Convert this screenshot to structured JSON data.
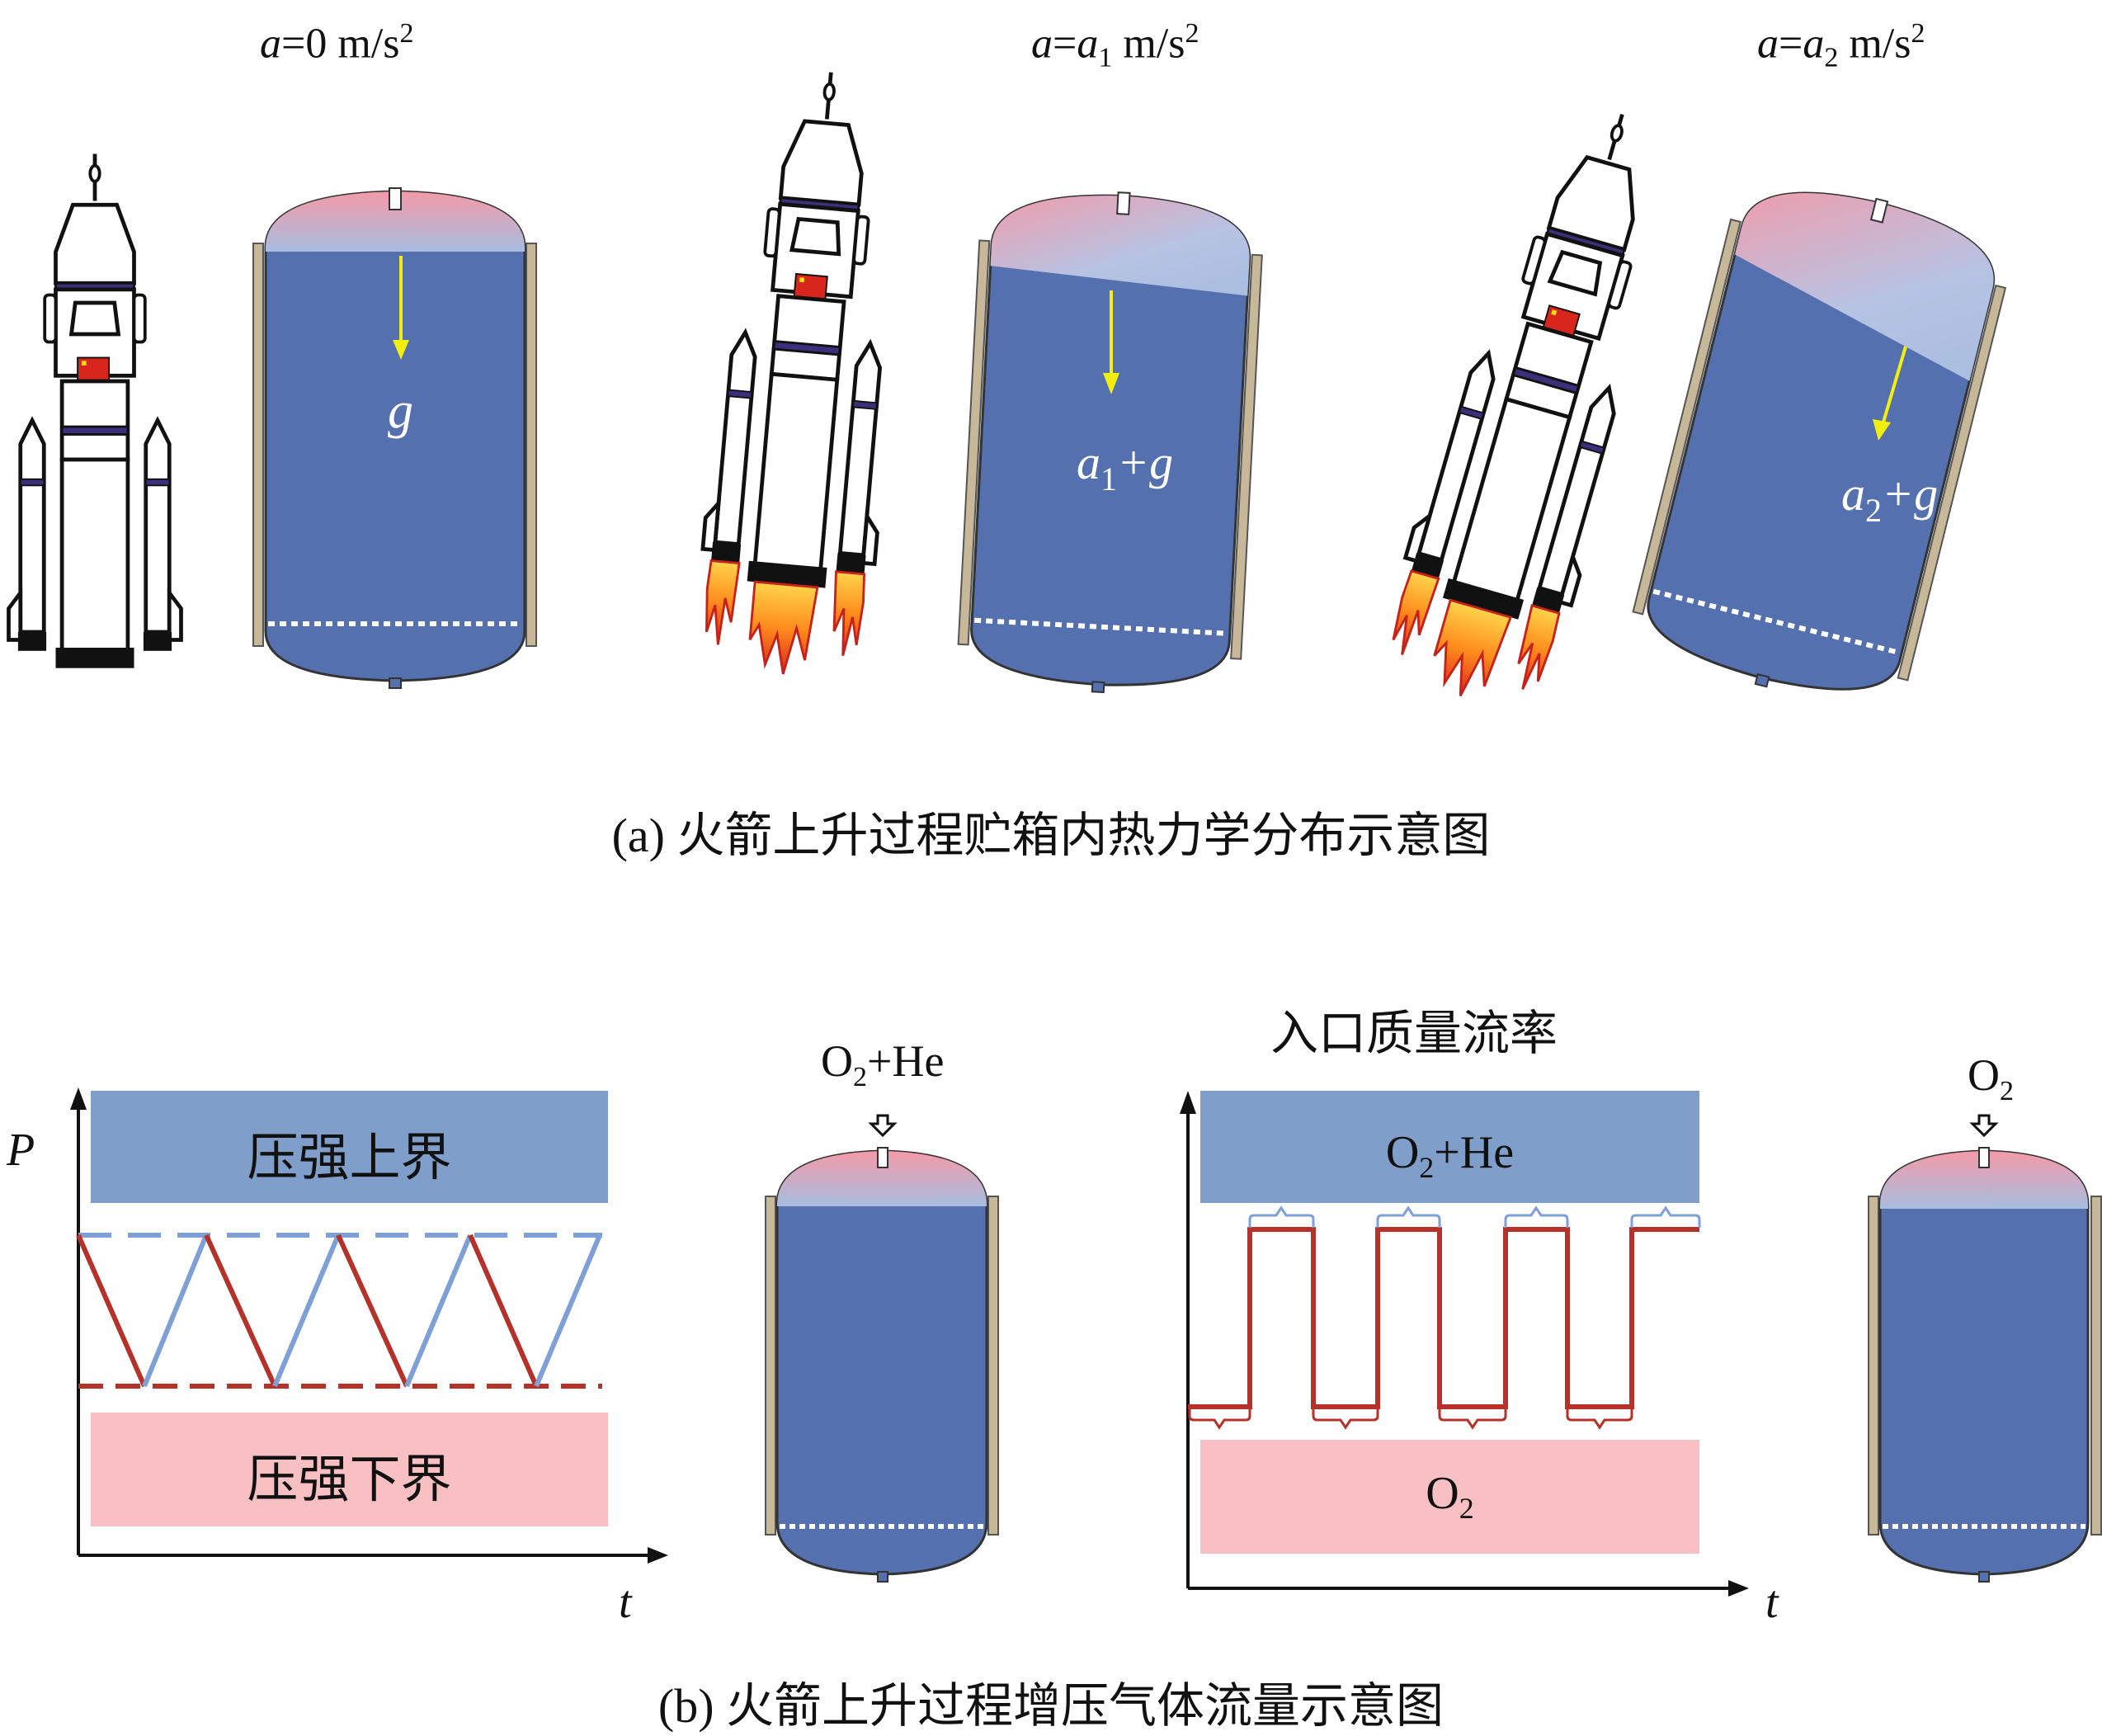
{
  "panel_a": {
    "cases": [
      {
        "accel_a": "a",
        "accel_eq": "=0",
        "accel_unit": " m/s",
        "accel_exp": "2",
        "vector_label": "g"
      },
      {
        "accel_a": "a",
        "accel_eq": "=",
        "accel_a2": "a",
        "accel_sub": "1",
        "accel_unit": " m/s",
        "accel_exp": "2",
        "vector_base": "a",
        "vector_sub": "1",
        "vector_rest": "+g"
      },
      {
        "accel_a": "a",
        "accel_eq": "=",
        "accel_a2": "a",
        "accel_sub": "2",
        "accel_unit": " m/s",
        "accel_exp": "2",
        "vector_base": "a",
        "vector_sub": "2",
        "vector_rest": "+g"
      }
    ],
    "caption": "(a) 火箭上升过程贮箱内热力学分布示意图"
  },
  "panel_b": {
    "left_chart": {
      "y_axis_label": "P",
      "x_axis_label": "t",
      "upper_box": "压强上界",
      "lower_box": "压强下界"
    },
    "tank1_inlet": {
      "base": "O",
      "sub": "2",
      "rest": "+He"
    },
    "right_chart": {
      "title": "入口质量流率",
      "x_axis_label": "t",
      "upper_box": {
        "base": "O",
        "sub": "2",
        "rest": "+He"
      },
      "lower_box": {
        "base": "O",
        "sub": "2"
      }
    },
    "tank2_inlet": {
      "base": "O",
      "sub": "2"
    },
    "caption": "(b) 火箭上升过程增压气体流量示意图"
  },
  "colors": {
    "liquid": "#5570ae",
    "ullage_top": "#f2a6b2",
    "ullage_bottom": "#a8bde0",
    "upper_box": "#7f9ec9",
    "lower_box": "#f8c0c2",
    "red_line": "#b5322a",
    "blue_line": "#7ea0d6",
    "arrow": "#f2ee10",
    "wall": "#c8b89a"
  }
}
